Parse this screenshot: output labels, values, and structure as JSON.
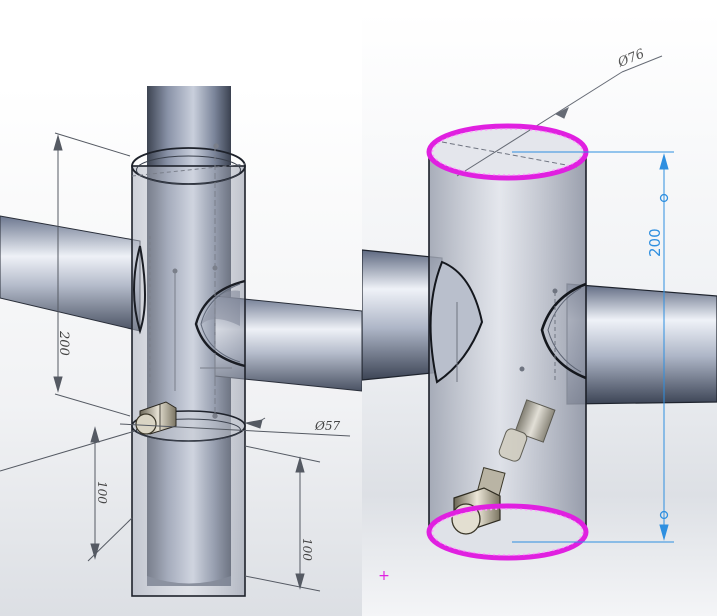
{
  "left_view": {
    "dimensions": {
      "height_upper": "200",
      "diameter": "Ø57",
      "height_lower_a": "100",
      "height_lower_b": "100"
    }
  },
  "right_view": {
    "dimensions": {
      "diameter": "Ø76",
      "height": "200"
    },
    "colors": {
      "selection_edge": "#e020e0",
      "smart_dimension": "#2e8fe0"
    },
    "origin_marker": "+"
  }
}
